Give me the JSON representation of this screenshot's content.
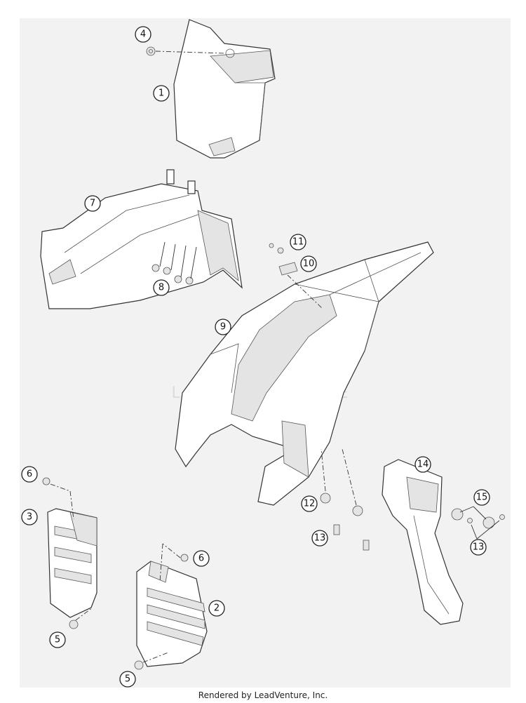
{
  "watermark": "LEADVENTURE",
  "footer": "Rendered by LeadVenture, Inc.",
  "callouts": {
    "c1": "1",
    "c2": "2",
    "c3": "3",
    "c4": "4",
    "c5a": "5",
    "c5b": "5",
    "c6a": "6",
    "c6b": "6",
    "c7": "7",
    "c8": "8",
    "c9": "9",
    "c10": "10",
    "c11": "11",
    "c12": "12",
    "c13a": "13",
    "c13b": "13",
    "c14": "14",
    "c15": "15"
  }
}
